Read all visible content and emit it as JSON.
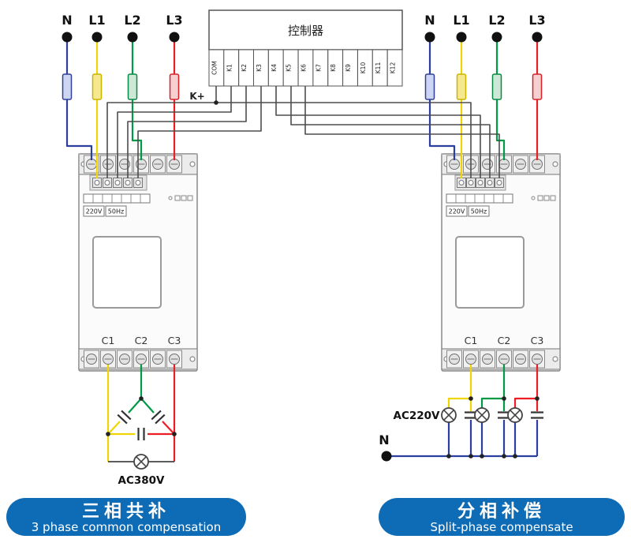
{
  "colors": {
    "wire_n": "#2b3f9e",
    "wire_l1": "#f0d500",
    "wire_l2": "#009a44",
    "wire_l3": "#ee1c25",
    "wire_ctrl": "#4d4d4d",
    "banner_blue": "#0e6bb5",
    "module_stroke": "#8a8a8a"
  },
  "supply_left": {
    "n": "N",
    "l1": "L1",
    "l2": "L2",
    "l3": "L3"
  },
  "supply_right": {
    "n": "N",
    "l1": "L1",
    "l2": "L2",
    "l3": "L3"
  },
  "controller": {
    "title": "控制器",
    "k_plus": "K+",
    "terminals": [
      "COM",
      "K1",
      "K2",
      "K3",
      "K4",
      "K5",
      "K6",
      "K7",
      "K8",
      "K9",
      "K10",
      "K11",
      "K12"
    ]
  },
  "left_module": {
    "rating_voltage": "220V",
    "rating_freq": "50Hz",
    "outputs": [
      "C1",
      "C2",
      "C3"
    ]
  },
  "right_module": {
    "rating_voltage": "220V",
    "rating_freq": "50Hz",
    "outputs": [
      "C1",
      "C2",
      "C3"
    ]
  },
  "left_circuit": {
    "load_label": "AC380V"
  },
  "right_circuit": {
    "load_label": "AC220V",
    "neutral_label": "N"
  },
  "banner_left": {
    "title_zh": "三相共补",
    "title_en": "3 phase common compensation"
  },
  "banner_right": {
    "title_zh": "分相补偿",
    "title_en": "Split-phase compensate"
  }
}
